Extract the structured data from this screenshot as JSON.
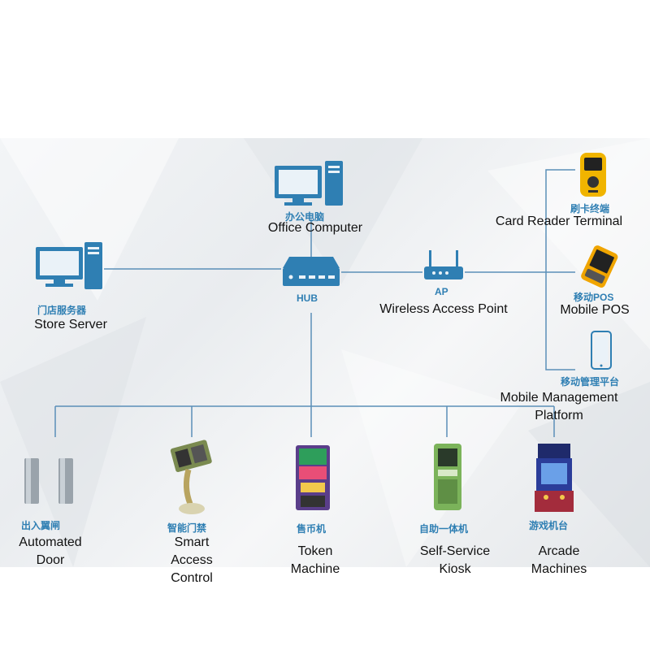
{
  "nodes": {
    "office_computer": {
      "zh": "办公电脑",
      "en": "Office Computer"
    },
    "hub": {
      "zh": "HUB"
    },
    "ap": {
      "zh": "AP",
      "en": "Wireless Access Point"
    },
    "store_server": {
      "zh": "门店服务器",
      "en": "Store Server"
    },
    "card_reader": {
      "zh": "刷卡终端",
      "en": "Card Reader Terminal"
    },
    "mobile_pos": {
      "zh": "移动POS",
      "en": "Mobile POS"
    },
    "mobile_mgmt": {
      "zh": "移动管理平台",
      "en_1": "Mobile Management",
      "en_2": "Platform"
    },
    "auto_door": {
      "zh": "出入翼闸",
      "en_1": "Automated",
      "en_2": "Door"
    },
    "smart_access": {
      "zh": "智能门禁",
      "en_1": "Smart",
      "en_2": "Access",
      "en_3": "Control"
    },
    "token_machine": {
      "zh": "售币机",
      "en_1": "Token",
      "en_2": "Machine"
    },
    "kiosk": {
      "zh": "自助一体机",
      "en_1": "Self-Service",
      "en_2": "Kiosk"
    },
    "arcade": {
      "zh": "游戏机台",
      "en_1": "Arcade",
      "en_2": "Machines"
    }
  },
  "colors": {
    "line": "#5b8fb8",
    "icon": "#2f7fb3",
    "label_zh": "#2f7fb3",
    "label_en": "#111111"
  }
}
